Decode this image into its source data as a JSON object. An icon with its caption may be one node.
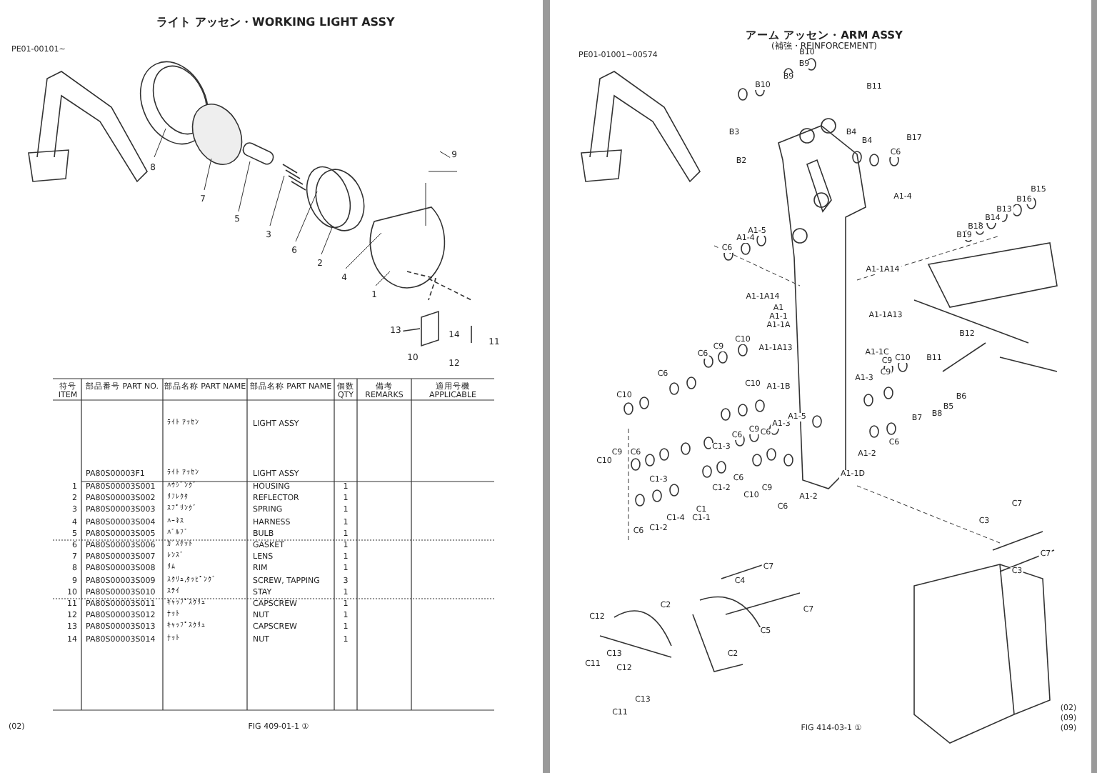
{
  "diagram": {
    "labels": [
      "ライト アッセン・WORKING LIGHT ASSY",
      "PE01-00101~",
      "9",
      "8",
      "7",
      "5",
      "3",
      "6",
      "2",
      "4",
      "1",
      "13",
      "14",
      "11",
      "10",
      "12",
      "符号 ITEM",
      "部品番号 PART NO.",
      "部品名称 PART NAME",
      "部品名称 PART NAME",
      "個数 QTY",
      "備考 REMARKS",
      "適用号機 APPLICABLE",
      "ﾗｲﾄ ｱｯｾﾝ",
      "LIGHT ASSY",
      "PA80S00003F1",
      "ﾗｲﾄ ｱｯｾﾝ",
      "LIGHT ASSY",
      "1",
      "PA80S00003S001",
      "ﾊｳｼﾞﾝｸﾞ",
      "HOUSING",
      "1",
      "2",
      "PA80S00003S002",
      "ﾘﾌﾚｸﾀ",
      "REFLECTOR",
      "1",
      "3",
      "PA80S00003S003",
      "ｽﾌﾟﾘﾝｸﾞ",
      "SPRING",
      "1",
      "4",
      "PA80S00003S004",
      "ﾊｰﾈｽ",
      "HARNESS",
      "1",
      "5",
      "PA80S00003S005",
      "ﾊﾞﾙﾌﾞ",
      "BULB",
      "1",
      "6",
      "PA80S00003S006",
      "ｶﾞｽｹｯﾄ",
      "GASKET",
      "1",
      "7",
      "PA80S00003S007",
      "ﾚﾝｽﾞ",
      "LENS",
      "1",
      "8",
      "PA80S00003S008",
      "ﾘﾑ",
      "RIM",
      "1",
      "9",
      "PA80S00003S009",
      "ｽｸﾘｭ,ﾀｯﾋﾟﾝｸﾞ",
      "SCREW, TAPPING",
      "3",
      "10",
      "PA80S00003S010",
      "ｽﾃｲ",
      "STAY",
      "1",
      "11",
      "PA80S00003S011",
      "ｷｬｯﾌﾟｽｸﾘｭ",
      "CAPSCREW",
      "1",
      "12",
      "PA80S00003S012",
      "ﾅｯﾄ",
      "NUT",
      "1",
      "13",
      "PA80S00003S013",
      "ｷｬｯﾌﾟｽｸﾘｭ",
      "CAPSCREW",
      "1",
      "14",
      "PA80S00003S014",
      "ﾅｯﾄ",
      "NUT",
      "1",
      "(02)",
      "FIG 409-01-1 ①",
      "アーム アッセン・ARM ASSY",
      "(補強・REINFORCEMENT)",
      "PE01-01001~00574",
      "B10",
      "B9",
      "B10",
      "B9",
      "B11",
      "B3",
      "B4",
      "B4",
      "B17",
      "C6",
      "B2",
      "A1-4",
      "B15",
      "B16",
      "B13",
      "B14",
      "B18",
      "B19",
      "A1-5",
      "A1-4",
      "C6",
      "A1-1A14",
      "A1-1A14",
      "A1",
      "A1-1",
      "A1-1A",
      "A1-1A13",
      "A1-1A13",
      "A1-1C",
      "B12",
      "C6",
      "C9",
      "C10",
      "C10",
      "C9",
      "B11",
      "C6",
      "C10",
      "C10",
      "A1-1B",
      "A1-3",
      "C9",
      "B6",
      "B5",
      "B8",
      "B7",
      "C9",
      "C6",
      "A1-3",
      "A1-5",
      "C6",
      "C6",
      "A1-2",
      "A1-1D",
      "C9",
      "C10",
      "C6",
      "C1-3",
      "C1-3",
      "C6",
      "C1-2",
      "C10",
      "C9",
      "A1-2",
      "C6",
      "C1-4",
      "C1",
      "C1-1",
      "C1-2",
      "C6",
      "C7",
      "C3",
      "C7",
      "C3",
      "C7",
      "C4",
      "C7",
      "C5",
      "C2",
      "C12",
      "C13",
      "C11",
      "C2",
      "C12",
      "C13",
      "C11",
      "(02)",
      "(09)",
      "FIG 414-03-1 ①",
      "(09)"
    ]
  }
}
